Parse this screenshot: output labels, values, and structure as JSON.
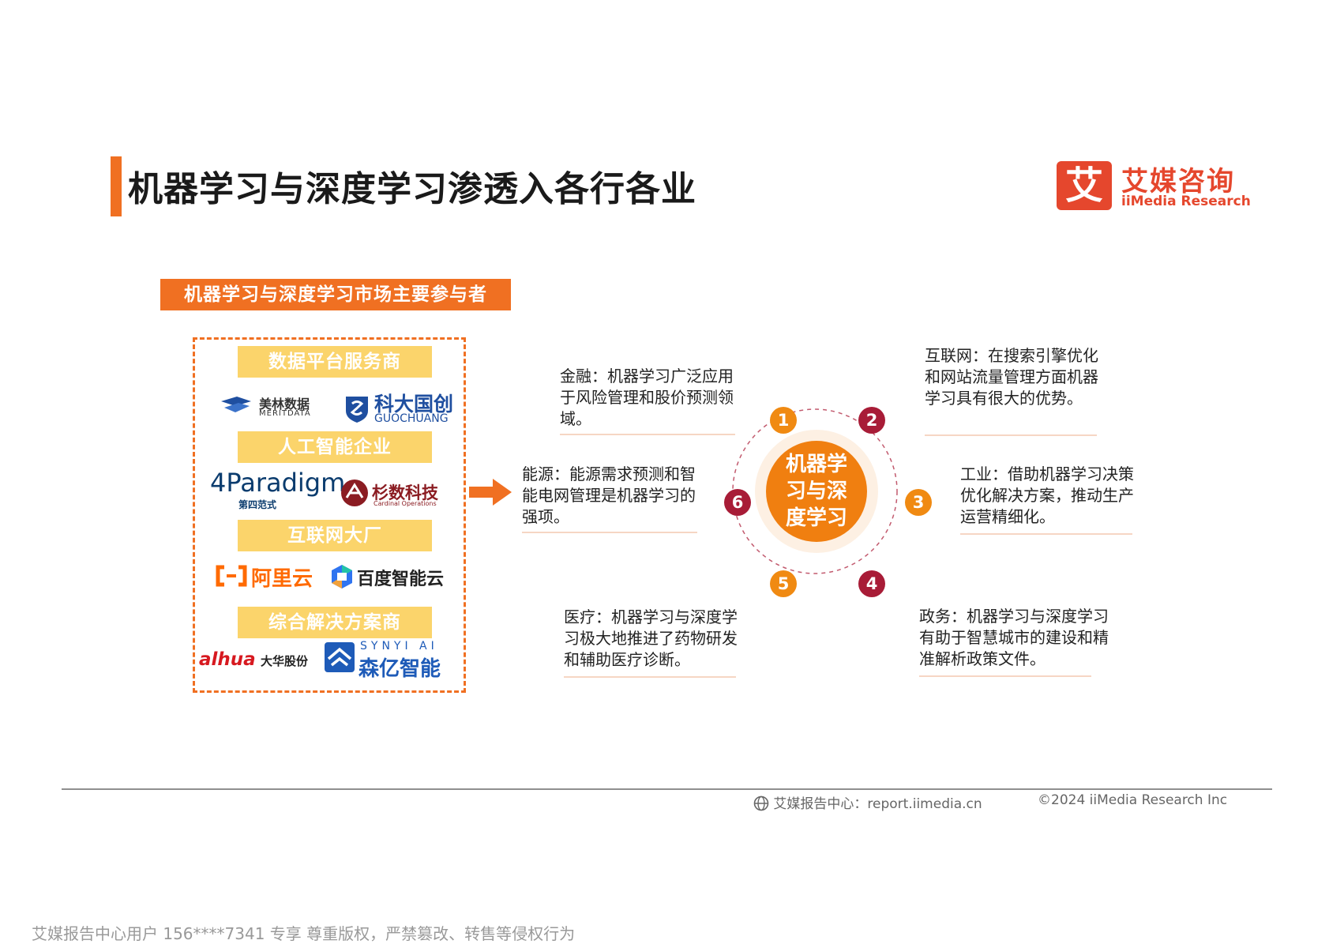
{
  "title": "机器学习与深度学习渗透入各行各业",
  "brand": {
    "mark": "艾",
    "name_cn": "艾媒咨询",
    "name_en": "iiMedia Research"
  },
  "participants": {
    "header": "机器学习与深度学习市场主要参与者",
    "categories": [
      {
        "label": "数据平台服务商",
        "logos": [
          {
            "name": "美林数据",
            "sub": "MERITDATA",
            "icon": "meritdata-logo"
          },
          {
            "name": "科大国创",
            "sub": "GUOCHUANG",
            "icon": "guochuang-logo"
          }
        ]
      },
      {
        "label": "人工智能企业",
        "logos": [
          {
            "name": "4Paradigm",
            "sub": "第四范式",
            "icon": "4paradigm-logo"
          },
          {
            "name": "杉数科技",
            "sub": "Cardinal Operations",
            "icon": "cardinal-logo"
          }
        ]
      },
      {
        "label": "互联网大厂",
        "logos": [
          {
            "name": "阿里云",
            "sub": "",
            "icon": "aliyun-logo"
          },
          {
            "name": "百度智能云",
            "sub": "",
            "icon": "baidu-cloud-logo"
          }
        ]
      },
      {
        "label": "综合解决方案商",
        "logos": [
          {
            "name": "大华股份",
            "sub": "alhua",
            "icon": "dahua-logo"
          },
          {
            "name": "森亿智能",
            "sub": "SYNYI AI",
            "icon": "synyi-logo"
          }
        ]
      }
    ]
  },
  "center": {
    "label": "机器学习与深度学习",
    "nodes": [
      "1",
      "2",
      "3",
      "4",
      "5",
      "6"
    ]
  },
  "industries": {
    "finance": "金融：机器学习广泛应用于风险管理和股价预测领域。",
    "internet": "互联网：在搜索引擎优化和网站流量管理方面机器学习具有很大的优势。",
    "energy": "能源：能源需求预测和智能电网管理是机器学习的强项。",
    "industry": "工业：借助机器学习决策优化解决方案，推动生产运营精细化。",
    "medical": "医疗：机器学习与深度学习极大地推进了药物研发和辅助医疗诊断。",
    "government": "政务：机器学习与深度学习有助于智慧城市的建设和精准解析政策文件。"
  },
  "footer": {
    "source": "艾媒报告中心：report.iimedia.cn",
    "copyright": "©2024  iiMedia Research  Inc",
    "watermark": "艾媒报告中心用户 156****7341 专享 尊重版权，严禁篡改、转售等侵权行为"
  },
  "colors": {
    "accent": "#f07022",
    "category": "#fbd46b",
    "node_orange": "#f08a12",
    "node_red": "#a81c37",
    "brand": "#e5472d"
  }
}
